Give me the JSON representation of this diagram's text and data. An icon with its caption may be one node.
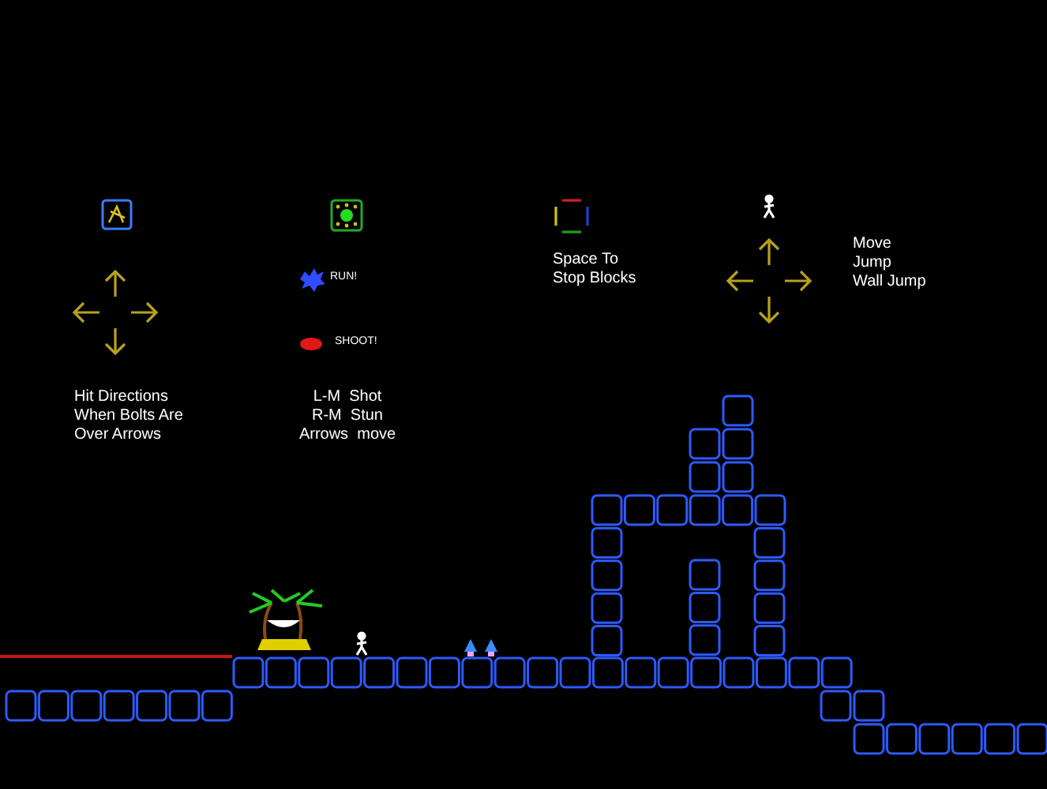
{
  "diagram": {
    "labels": [
      "RUN!",
      "SHOOT!",
      "Hit Directions When Bolts Are Over Arrows",
      "L-M  Shot",
      "R-M  Stun",
      "Arrows  move",
      "Space To Stop Blocks",
      "Move",
      "Jump",
      "Wall Jump"
    ]
  }
}
